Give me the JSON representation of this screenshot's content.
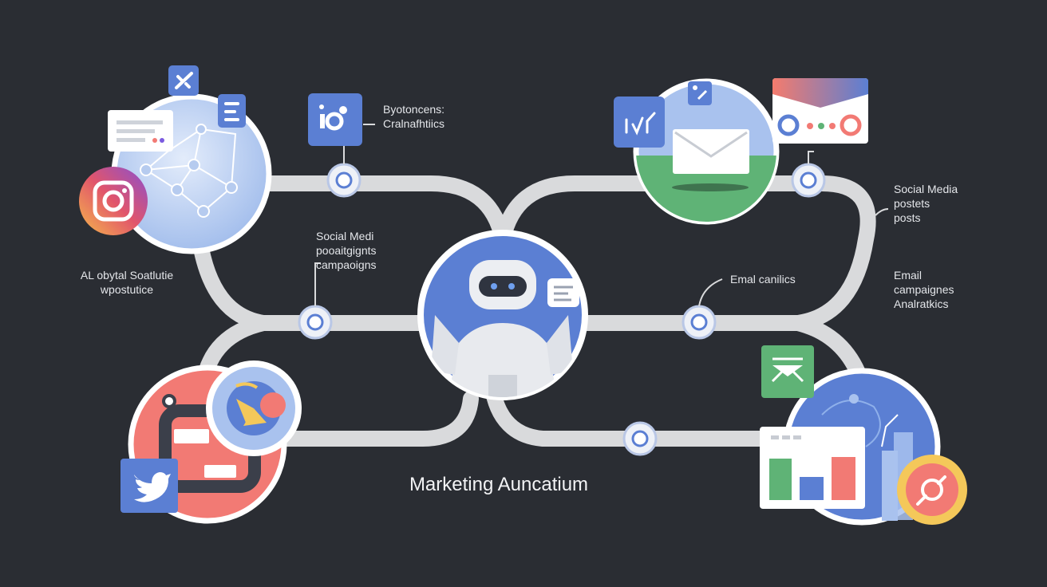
{
  "title": "Marketing Auncatium",
  "labels": {
    "top_center": [
      "Byotoncens:",
      "Cralnafhtiics"
    ],
    "left_social": [
      "Social Medi",
      "pooaitgignts",
      "campaoigns"
    ],
    "left_outer": [
      "AL obytal Soatlutie",
      "wpostutice"
    ],
    "center_email": [
      "Emal canilics"
    ],
    "right_social": [
      "Social Media",
      "postets",
      "posts"
    ],
    "right_email": [
      "Email",
      "campaignes",
      "Analratkics"
    ]
  },
  "colors": {
    "background": "#2a2d33",
    "track": "#d9dadc",
    "blue": "#5b7fd3",
    "light_blue": "#a9c2ee",
    "coral": "#f27a74",
    "green": "#5fb376",
    "yellow": "#f4c85a"
  },
  "icons": [
    "network-icon",
    "instagram-icon",
    "message-card-icon",
    "chat-icon",
    "analytics-tile-icon",
    "email-icon",
    "browser-window-icon",
    "robot-icon",
    "twitter-icon",
    "target-icon",
    "bar-chart-icon",
    "download-mail-icon"
  ]
}
